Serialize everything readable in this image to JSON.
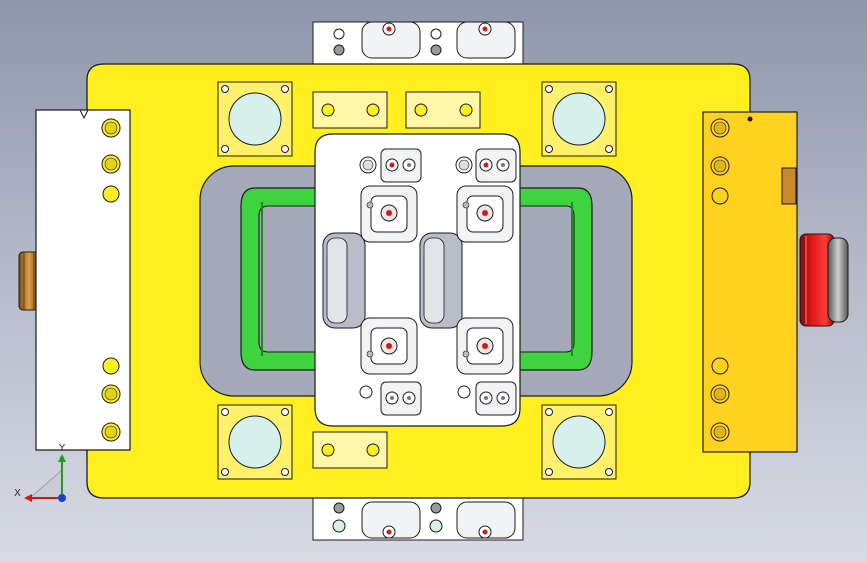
{
  "viewport": {
    "background_top": "#8f96ab",
    "background_bottom": "#d8dbe4"
  },
  "colors": {
    "yellow_plate": "#ffef1f",
    "yellow_side": "#ffd21f",
    "white_part": "#ffffff",
    "light_gray": "#f2f3f5",
    "green_ring": "#36c93a",
    "red_knob": "#e01414",
    "bronze_cap": "#c98a2e",
    "outline": "#1b1b1b",
    "hole_cyan": "#d6f0ec"
  },
  "triad": {
    "x_label": "X",
    "y_label": "Y",
    "x_color": "#d01818",
    "y_color": "#18a018",
    "z_color": "#1840d0"
  },
  "parts": {
    "base_plate": "yellow-base-plate",
    "center_plate": "white-center-plate",
    "left_block": "white-left-block",
    "right_block": "yellow-right-block",
    "green_ring": "green-handle-ring",
    "red_knob": "red-knob",
    "bronze_cap": "bronze-cap"
  }
}
